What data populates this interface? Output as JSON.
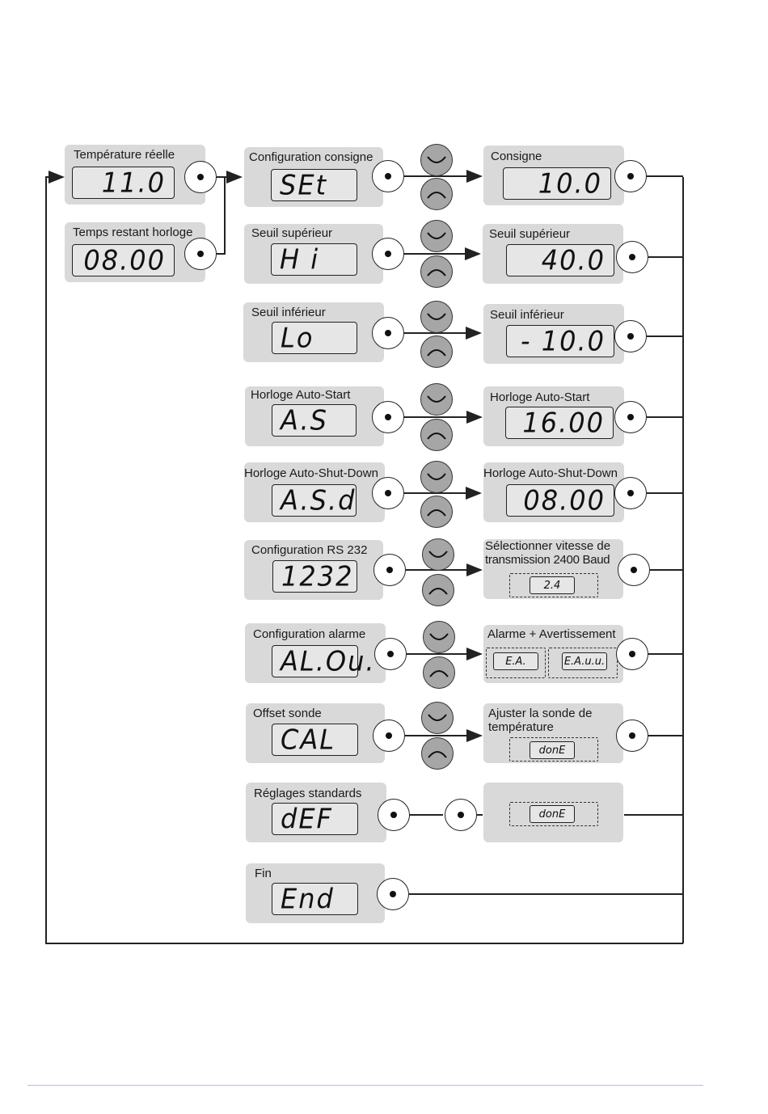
{
  "left": [
    {
      "label": "Température réelle",
      "display": "11.0"
    },
    {
      "label": "Temps restant horloge",
      "display": "08.00"
    }
  ],
  "menu": [
    {
      "label": "Configuration consigne",
      "display": "SEt"
    },
    {
      "label": "Seuil supérieur",
      "display": "H i"
    },
    {
      "label": "Seuil inférieur",
      "display": "Lo"
    },
    {
      "label": "Horloge Auto-Start",
      "display": "A.S"
    },
    {
      "label": "Horloge Auto-Shut-Down",
      "display": "A.S.d"
    },
    {
      "label": "Configuration RS 232",
      "display": "1232"
    },
    {
      "label": "Configuration alarme",
      "display": "AL.Ou."
    },
    {
      "label": "Offset sonde",
      "display": "CAL"
    },
    {
      "label": "Réglages standards",
      "display": "dEF"
    },
    {
      "label": "Fin",
      "display": "End"
    }
  ],
  "results": [
    {
      "label": "Consigne",
      "display": "10.0"
    },
    {
      "label": "Seuil supérieur",
      "display": "40.0"
    },
    {
      "label": "Seuil inférieur",
      "display": "- 10.0"
    },
    {
      "label": "Horloge Auto-Start",
      "display": "16.00"
    },
    {
      "label": "Horloge Auto-Shut-Down",
      "display": "08.00"
    },
    {
      "label_line1": "Sélectionner vitesse de",
      "label_line2": "transmission 2400 Baud",
      "display": "2.4"
    },
    {
      "label": "Alarme + Avertissement",
      "display_a": "E.A.",
      "display_b": "E.A.u.u."
    },
    {
      "label_line1": "Ajuster la sonde de",
      "label_line2": "température",
      "display": "donE"
    },
    {
      "display": "donE"
    }
  ],
  "icons": {
    "select": "dot-button-icon",
    "down": "chevron-down-icon",
    "up": "chevron-up-icon"
  }
}
